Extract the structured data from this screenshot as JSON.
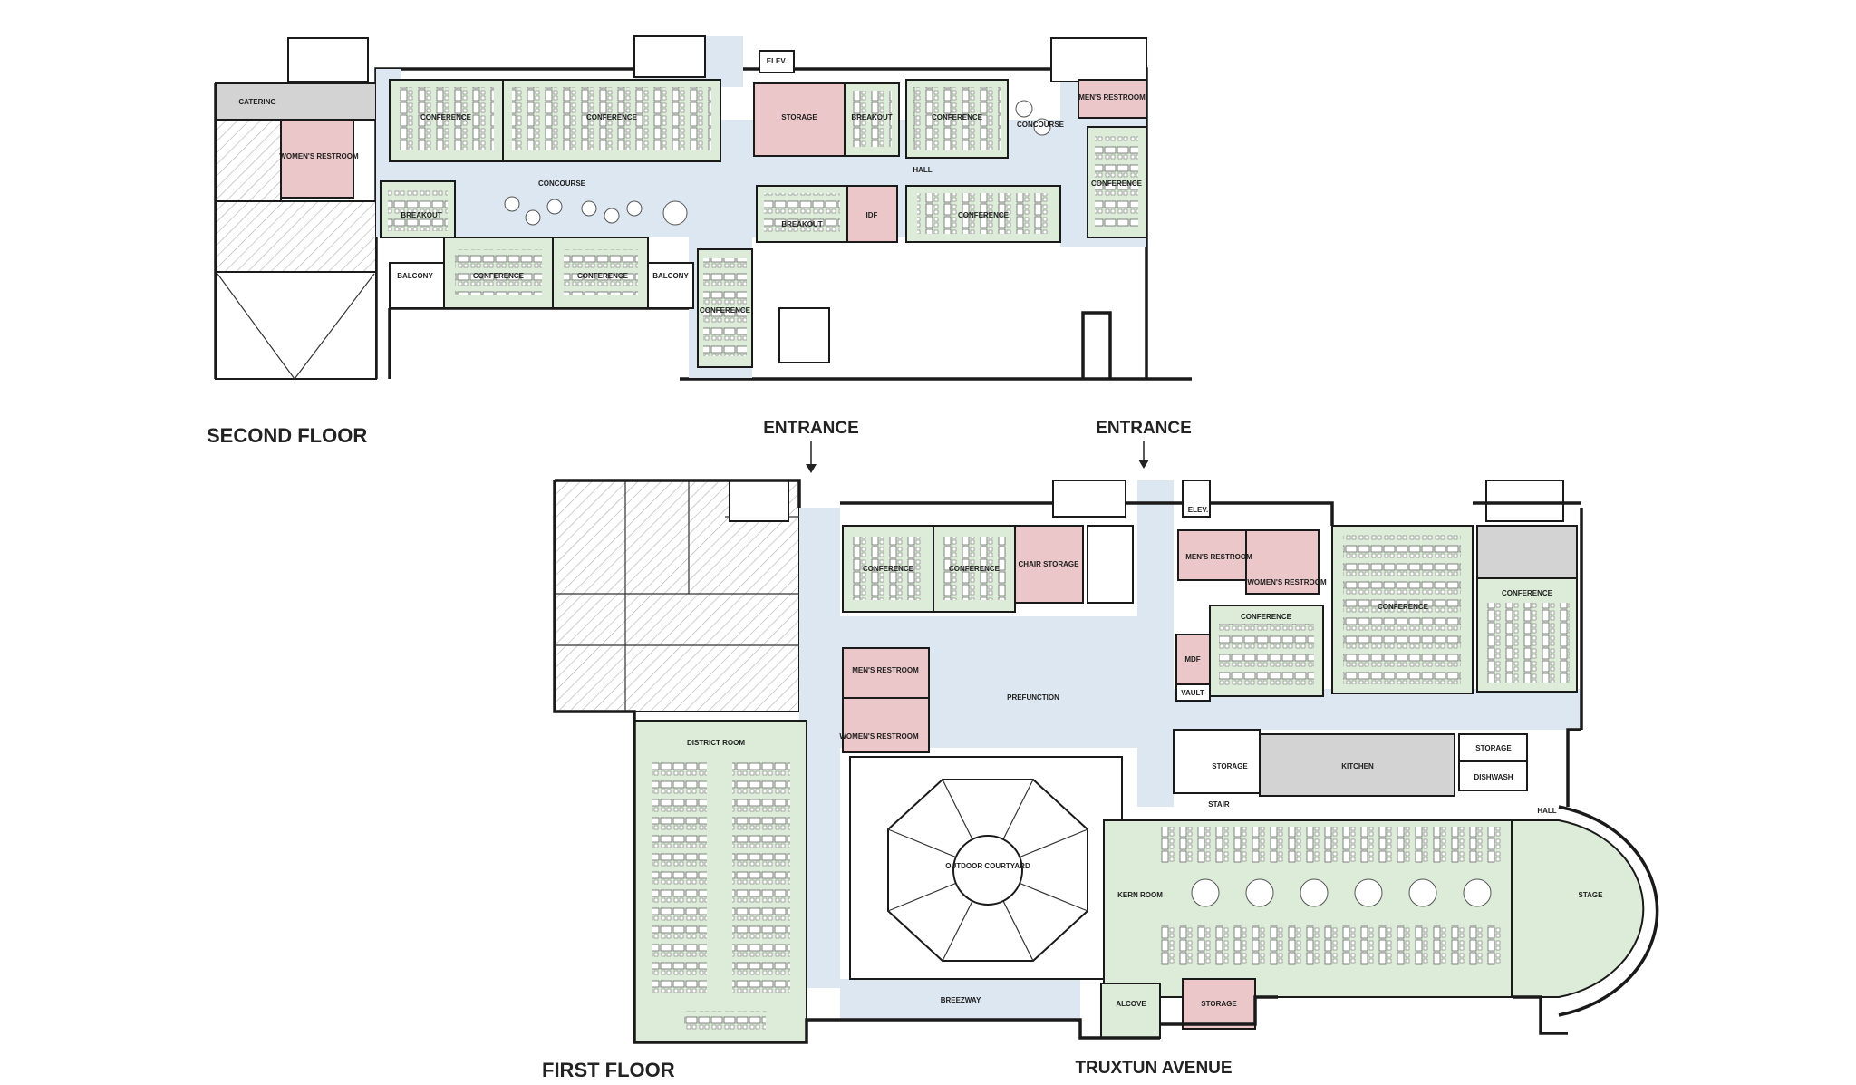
{
  "floors": {
    "second_floor_title": "SECOND FLOOR",
    "first_floor_title": "FIRST FLOOR"
  },
  "entrances": {
    "left": "ENTRANCE",
    "right": "ENTRANCE"
  },
  "street": "TRUXTUN AVENUE",
  "colors": {
    "conference": "#dcecd8",
    "restroom_storage": "#ebc7c9",
    "circulation": "#dde7f2",
    "service": "#d3d3d3"
  },
  "second_floor_rooms": {
    "catering": "CATERING",
    "womens_restroom": "WOMEN'S RESTROOM",
    "conference_1": "CONFERENCE",
    "conference_2": "CONFERENCE",
    "storage": "STORAGE",
    "breakout_1": "BREAKOUT",
    "conference_3": "CONFERENCE",
    "concourse_1": "CONCOURSE",
    "mens_restroom": "MEN'S RESTROOM",
    "conference_4": "CONFERENCE",
    "hall": "HALL",
    "concourse_2": "CONCOURSE",
    "breakout_2": "BREAKOUT",
    "breakout_3": "BREAKOUT",
    "idf": "IDF",
    "conference_5": "CONFERENCE",
    "balcony_1": "BALCONY",
    "conference_6": "CONFERENCE",
    "conference_7": "CONFERENCE",
    "balcony_2": "BALCONY",
    "conference_8": "CONFERENCE",
    "elev": "ELEV."
  },
  "first_floor_rooms": {
    "conference_1": "CONFERENCE",
    "conference_2": "CONFERENCE",
    "chair_storage": "CHAIR STORAGE",
    "elev": "ELEV.",
    "mens_restroom_1": "MEN'S RESTROOM",
    "womens_restroom_1": "WOMEN'S RESTROOM",
    "conference_3": "CONFERENCE",
    "conference_4": "CONFERENCE",
    "conference_5": "CONFERENCE",
    "mdf": "MDF",
    "vault": "VAULT",
    "mens_restroom_2": "MEN'S RESTROOM",
    "womens_restroom_2": "WOMEN'S RESTROOM",
    "prefunction": "PREFUNCTION",
    "district_room": "DISTRICT ROOM",
    "storage_1": "STORAGE",
    "kitchen": "KITCHEN",
    "storage_2": "STORAGE",
    "dishwash": "DISHWASH",
    "stair": "STAIR",
    "hall": "HALL",
    "outdoor_courtyard": "OUTDOOR COURTYARD",
    "kern_room": "KERN ROOM",
    "stage": "STAGE",
    "alcove": "ALCOVE",
    "storage_3": "STORAGE",
    "breezway": "BREEZWAY"
  }
}
